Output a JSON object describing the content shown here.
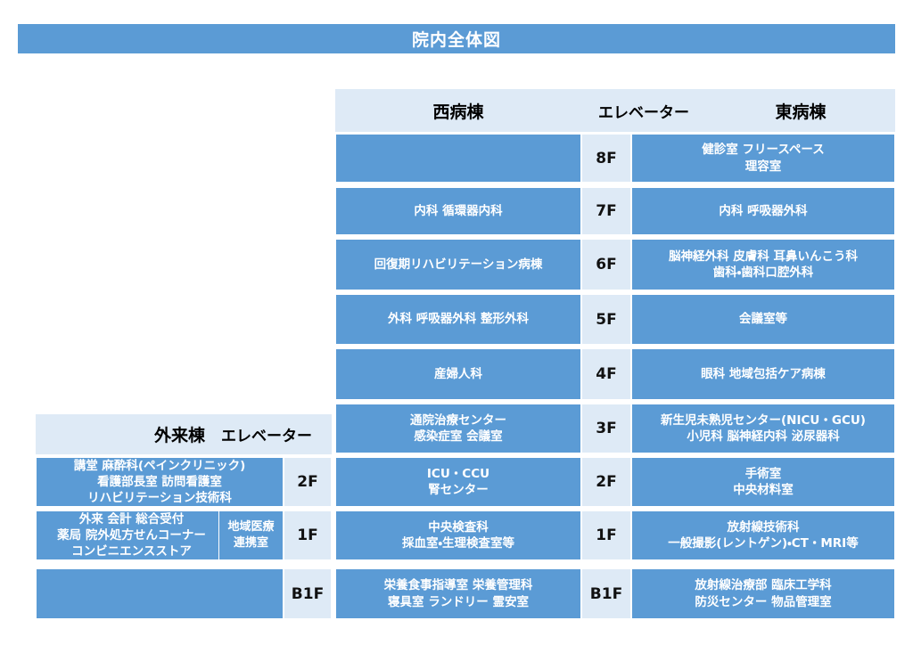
{
  "page": {
    "title": "院内全体図",
    "accent_color": "#5B9BD5",
    "header_color": "#DEEAF6",
    "text_on_accent": "#FFFFFF"
  },
  "main_table": {
    "headers": {
      "west": "西病棟",
      "elevator": "エレベーター",
      "east": "東病棟"
    },
    "rows": [
      {
        "floor": "8F",
        "west": [],
        "east": [
          "健診室  フリースペース",
          "理容室"
        ]
      },
      {
        "floor": "7F",
        "west": [
          "内科  循環器内科"
        ],
        "east": [
          "内科  呼吸器外科"
        ]
      },
      {
        "floor": "6F",
        "west": [
          "回復期リハビリテーション病棟"
        ],
        "east": [
          "脳神経外科 皮膚科 耳鼻いんこう科",
          "歯科・歯科口腔外科"
        ]
      },
      {
        "floor": "5F",
        "west": [
          "外科  呼吸器外科  整形外科"
        ],
        "east": [
          "会議室等"
        ]
      },
      {
        "floor": "4F",
        "west": [
          "産婦人科"
        ],
        "east": [
          "眼科  地域包括ケア病棟"
        ]
      },
      {
        "floor": "3F",
        "west": [
          "通院治療センター",
          "感染症室  会議室"
        ],
        "east": [
          "新生児未熟児センター(NICU・GCU)",
          "小児科  脳神経内科  泌尿器科"
        ]
      },
      {
        "floor": "2F",
        "west": [
          "ICU・CCU",
          "腎センター"
        ],
        "east": [
          "手術室",
          "中央材料室"
        ]
      },
      {
        "floor": "1F",
        "west": [
          "中央検査科",
          "採血室・生理検査室等"
        ],
        "east": [
          "放射線技術科",
          "一般撮影(レントゲン)・CT・MRI等"
        ]
      },
      {
        "floor": "B1F",
        "west": [
          "栄養食事指導室  栄養管理科",
          "寝具室  ランドリー  霊安室"
        ],
        "east": [
          "放射線治療部  臨床工学科",
          "防災センター  物品管理室"
        ]
      }
    ]
  },
  "outpatient_table": {
    "headers": {
      "building": "外来棟",
      "elevator": "エレベーター"
    },
    "rows": [
      {
        "floor": "2F",
        "main": [
          "講堂  麻酔科(ペインクリニック)",
          "看護部長室  訪問看護室",
          "リハビリテーション技術科"
        ],
        "sub": []
      },
      {
        "floor": "1F",
        "main": [
          "外来  会計  総合受付",
          "薬局 院外処方せんコーナー",
          "コンビニエンスストア"
        ],
        "sub": [
          "地域医療",
          "連携室"
        ]
      },
      {
        "floor": "B1F",
        "main": [],
        "sub": []
      }
    ]
  }
}
